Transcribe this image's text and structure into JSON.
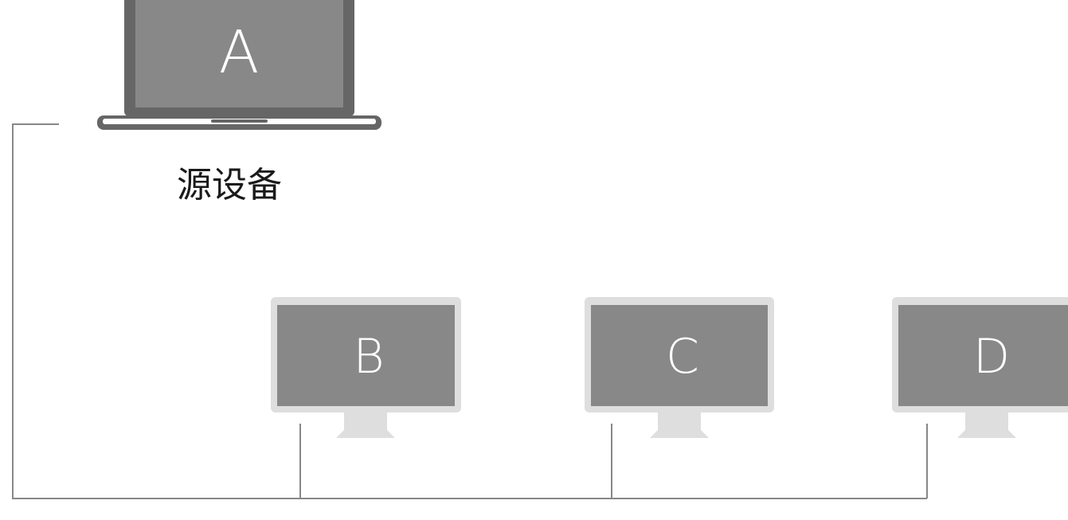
{
  "source_device": {
    "letter": "A",
    "caption": "源设备"
  },
  "targets": [
    {
      "letter": "B"
    },
    {
      "letter": "C"
    },
    {
      "letter": "D"
    }
  ],
  "colors": {
    "laptop_frame": "#666666",
    "laptop_screen": "#888888",
    "monitor_frame": "#dedede",
    "monitor_screen": "#888888",
    "monitor_stand": "#dedede",
    "connection_line": "#888888",
    "text_light": "#ffffff",
    "text_dark": "#1a1a1a"
  }
}
